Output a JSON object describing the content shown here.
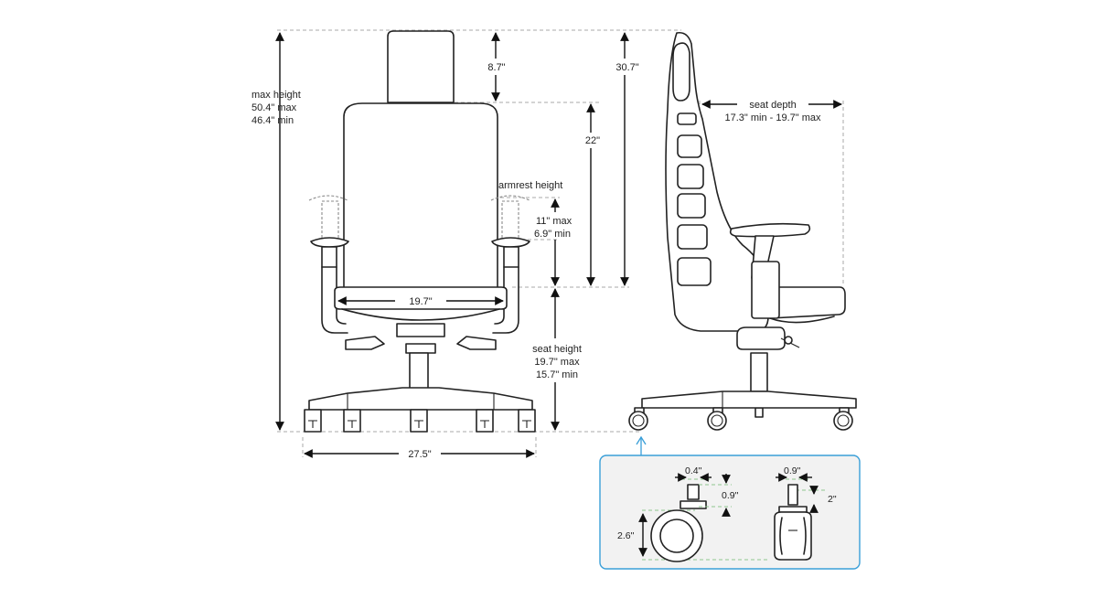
{
  "labels": {
    "max_height_title": "max height",
    "max_height_max": "50.4\" max",
    "max_height_min": "46.4\" min",
    "headrest_height": "8.7\"",
    "back_height": "22\"",
    "total_back_height": "30.7\"",
    "armrest_title": "armrest height",
    "armrest_max": "11\" max",
    "armrest_min": "6.9\" min",
    "seat_width": "19.7\"",
    "seat_height_title": "seat height",
    "seat_height_max": "19.7\" max",
    "seat_height_min": "15.7\" min",
    "base_width": "27.5\"",
    "seat_depth_title": "seat depth",
    "seat_depth_range": "17.3\" min - 19.7\" max",
    "stem_width": "0.4\"",
    "stem_height": "0.9\"",
    "caster_width": "0.9\"",
    "caster_stem": "2\"",
    "wheel_diameter": "2.6\""
  },
  "colors": {
    "line": "#222222",
    "dimension_guide": "#a9a9a9",
    "inset_border": "#3a9fd8",
    "inset_background": "#f2f2f2",
    "inset_guide": "#8ec78e"
  }
}
